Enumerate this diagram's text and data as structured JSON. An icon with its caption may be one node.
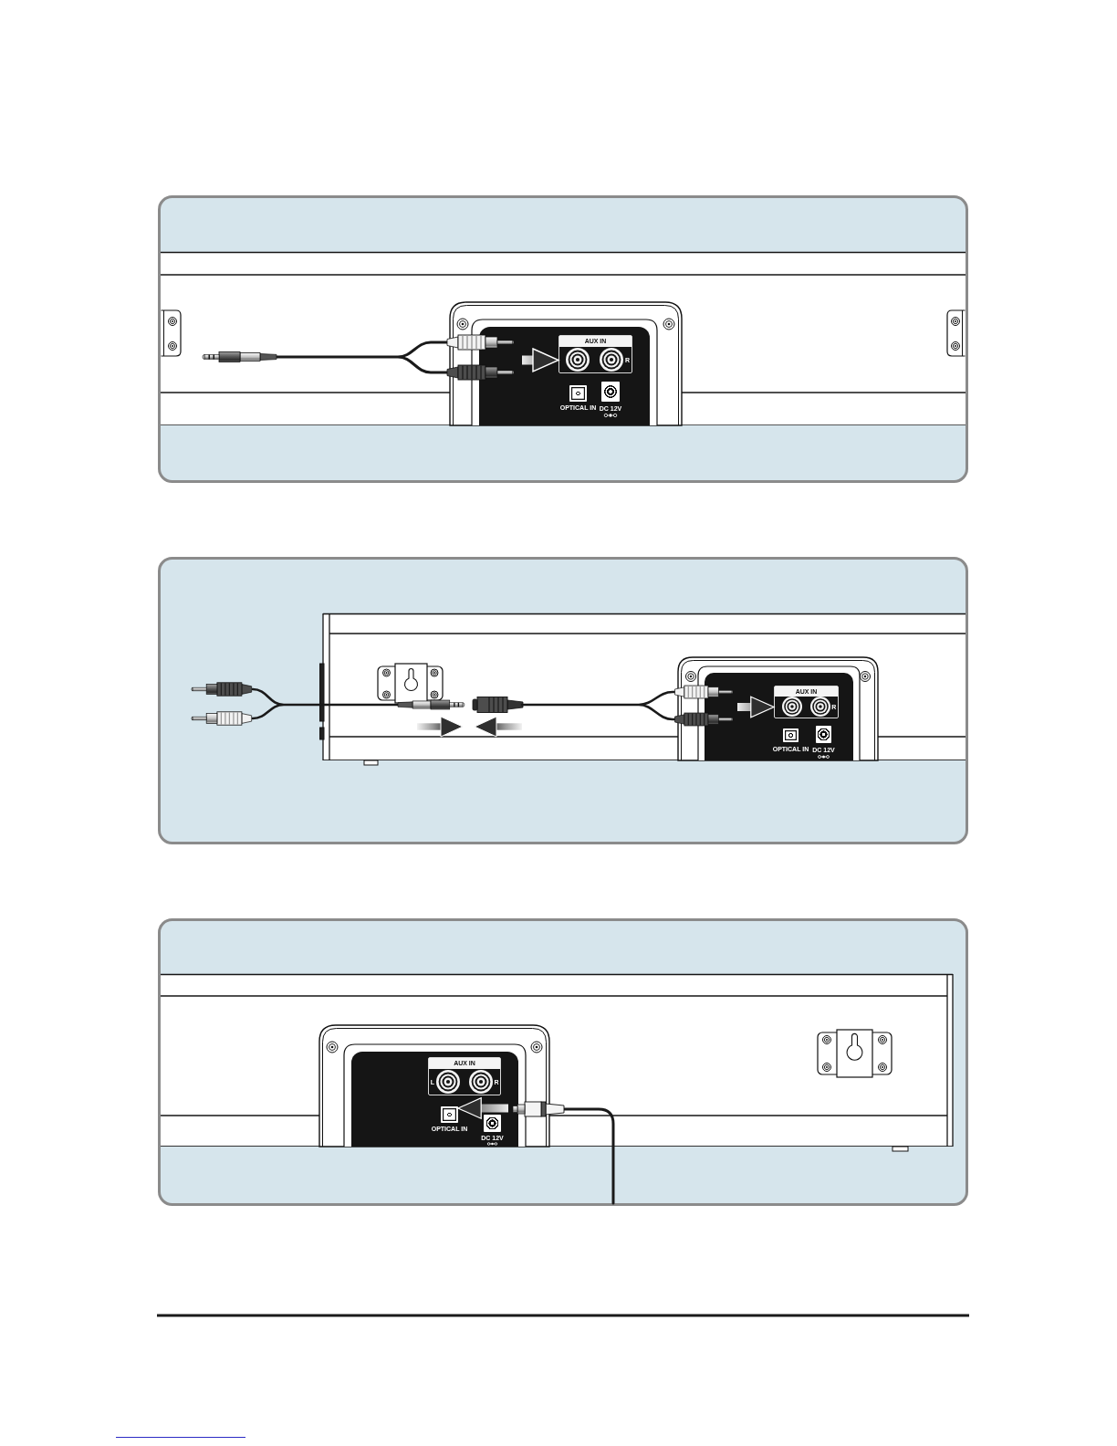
{
  "diagram": {
    "nodes": [
      {
        "text": [],
        "shape": "box"
      },
      {
        "text": [
          "AUX IN",
          "R"
        ],
        "in": 0
      },
      {
        "text": [],
        "shape": "box",
        "beside": [
          "OPTICAL IN"
        ],
        "in": 0
      },
      {
        "text": [],
        "shape": "box",
        "beside": [
          "DC 12V"
        ],
        "in": 0
      },
      {
        "text": [],
        "shape": "box"
      },
      {
        "text": [
          "AUX IN",
          "R"
        ],
        "in": 4
      },
      {
        "text": [],
        "shape": "box",
        "beside": [
          "OPTICAL IN"
        ],
        "in": 4
      },
      {
        "text": [],
        "shape": "box",
        "beside": [
          "DC 12V"
        ],
        "in": 4
      },
      {
        "text": [],
        "shape": "box"
      },
      {
        "text": [
          "AUX IN",
          "L",
          "R"
        ],
        "in": 8
      },
      {
        "text": [],
        "shape": "box",
        "beside": [
          "OPTICAL IN"
        ],
        "in": 8
      },
      {
        "text": [],
        "shape": "box",
        "beside": [
          "DC 12V"
        ],
        "in": 8
      }
    ],
    "edges": [
      {
        "from": null,
        "to": 1,
        "arrow": "to"
      },
      {
        "from": null,
        "to": 5,
        "arrow": "to"
      },
      {
        "from": null,
        "to": 10,
        "arrow": "to"
      }
    ]
  }
}
